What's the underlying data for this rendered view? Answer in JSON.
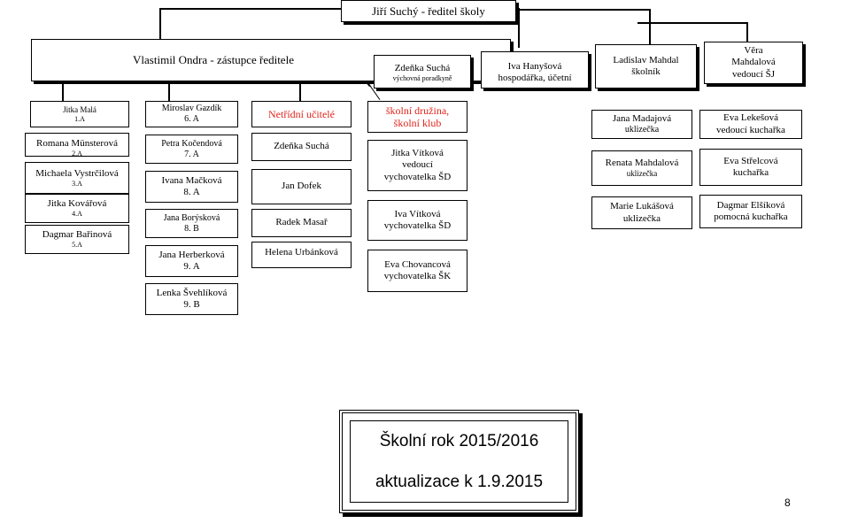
{
  "director": "Jiří Suchý -  ředitel školy",
  "deputy": "Vlastimil Ondra - zástupce ředitele",
  "top_staff": [
    {
      "name": "Zdeňka Suchá",
      "role": "výchovná poradkyně"
    },
    {
      "name": "Iva Hanyšová",
      "role": "hospodářka, účetní"
    },
    {
      "name": "Ladislav Mahdal",
      "role": "školník"
    },
    {
      "name": "Věra Mahdalová",
      "role": "vedoucí ŠJ"
    }
  ],
  "col1": [
    {
      "name": "Jitka Malá",
      "class": "1.A"
    },
    {
      "name": "Romana Münsterová",
      "class": "2.A"
    },
    {
      "name": "Michaela Vystrčilová",
      "class": "3.A"
    },
    {
      "name": "Jitka Kovářová",
      "class": "4.A"
    },
    {
      "name": "Dagmar Bařinová",
      "class": "5.A"
    }
  ],
  "col2": [
    {
      "name": "Miroslav Gazdík",
      "class": "6. A"
    },
    {
      "name": "Petra Kočendová",
      "class": "7. A"
    },
    {
      "name": "Ivana Mačková",
      "class": "8. A"
    },
    {
      "name": "Jana Borýsková",
      "class": "8. B"
    },
    {
      "name": "Jana Herberková",
      "class": "9. A"
    },
    {
      "name": "Lenka Švehlíková",
      "class": "9. B"
    }
  ],
  "col3": {
    "heading": "Netřídní učitelé",
    "members": [
      "Zdeňka Suchá",
      "Jan Dofek",
      "Radek Masař",
      "Helena Urbánková"
    ]
  },
  "col4": {
    "heading_line1": "školní družina,",
    "heading_line2": "školní klub",
    "members": [
      {
        "name": "Jitka Vítková",
        "role1": "vedoucí",
        "role2": "vychovatelka ŠD"
      },
      {
        "name": "Iva Vítková",
        "role1": "vychovatelka ŠD",
        "role2": ""
      },
      {
        "name": "Eva Chovancová",
        "role1": "vychovatelka ŠK",
        "role2": ""
      }
    ]
  },
  "col5": [
    {
      "name": "Jana Madajová",
      "role": "uklizečka"
    },
    {
      "name": "Renata Mahdalová",
      "role": "uklizečka"
    },
    {
      "name": "Marie Lukášová",
      "role": "uklizečka"
    }
  ],
  "col6": [
    {
      "name": "Eva Lekešová",
      "role": "vedoucí kuchařka"
    },
    {
      "name": "Eva Střelcová",
      "role": "kuchařka"
    },
    {
      "name": "Dagmar Elšíková",
      "role": "pomocná kuchařka"
    }
  ],
  "footer": {
    "year": "Školní rok 2015/2016",
    "update": "aktualizace k 1.9.2015",
    "page": "8"
  }
}
